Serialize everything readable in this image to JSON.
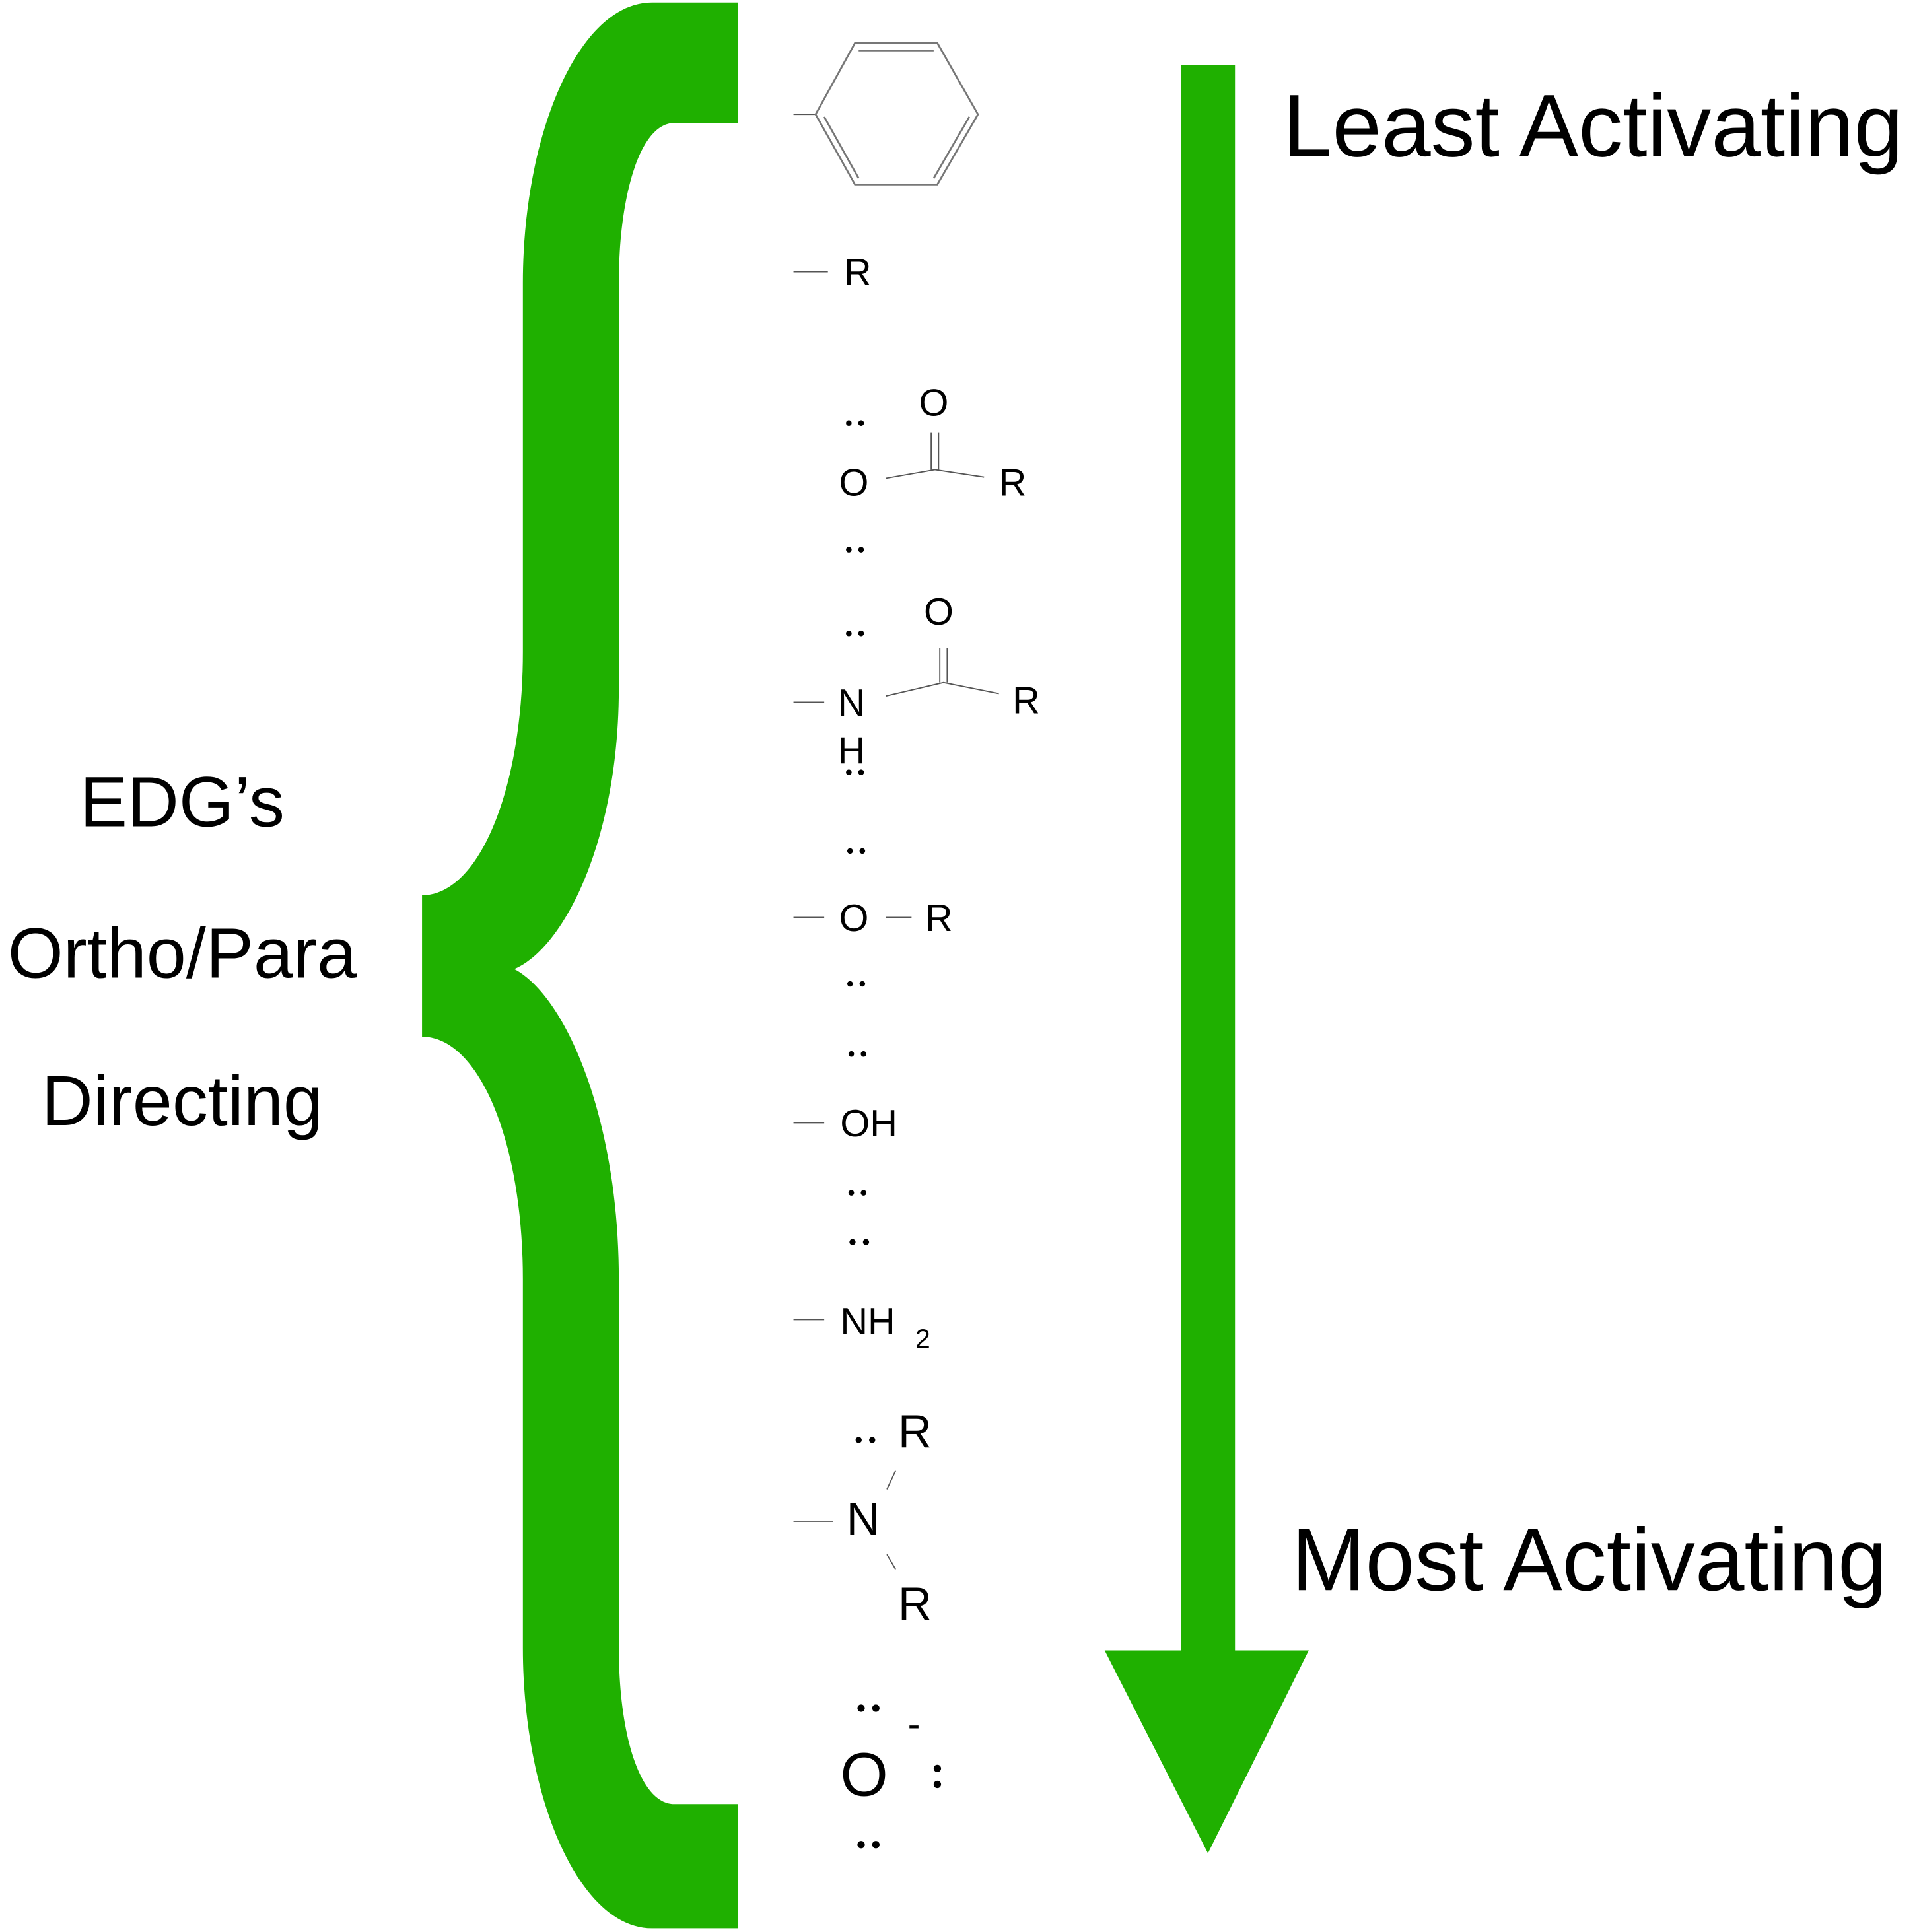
{
  "colors": {
    "accent": "#1fb000",
    "text": "#000000"
  },
  "labels": {
    "least": "Least Activating",
    "most": "Most Activating",
    "side": [
      "EDG’s",
      "Ortho/Para",
      "Directing"
    ]
  },
  "groups": {
    "alkyl": {
      "r": "R"
    },
    "ester": {
      "o": "O",
      "carbonyl_o": "O",
      "r": "R"
    },
    "amide": {
      "n": "N",
      "h": "H",
      "carbonyl_o": "O",
      "r": "R"
    },
    "ether": {
      "o": "O",
      "r": "R"
    },
    "hydroxyl": {
      "oh": "OH"
    },
    "amine": {
      "nh": "NH",
      "sub": "2"
    },
    "dialkylamine": {
      "n": "N",
      "r1": "R",
      "r2": "R"
    },
    "alkoxide": {
      "o": "O",
      "charge": "-"
    }
  }
}
